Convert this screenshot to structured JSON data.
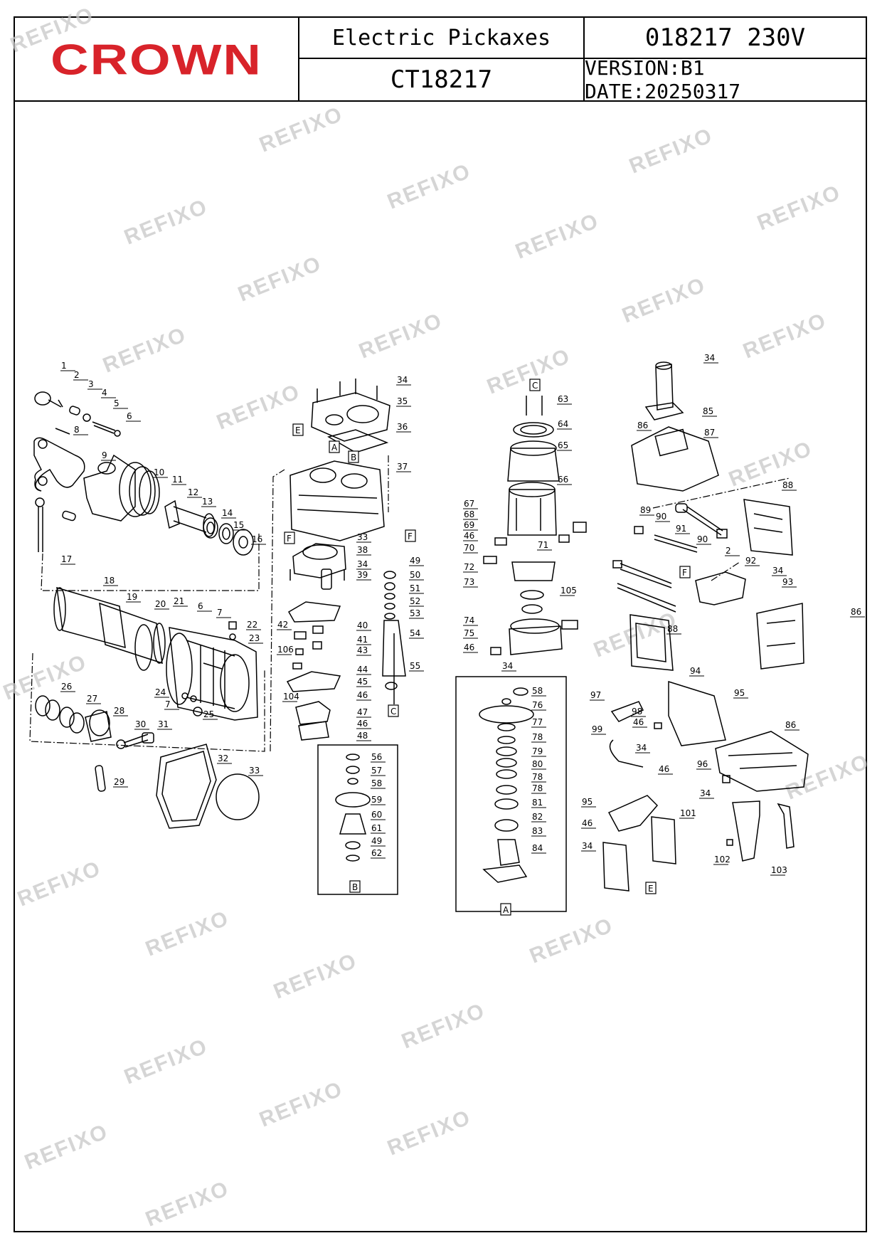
{
  "header": {
    "brand": "CROWN",
    "product_name": "Electric  Pickaxes",
    "product_code": "018217  230V",
    "model": "CT18217",
    "version": "VERSION:B1  DATE:20250317"
  },
  "watermark_text": "REFIXO",
  "callouts": [
    "1",
    "2",
    "3",
    "4",
    "5",
    "6",
    "8",
    "9",
    "10",
    "11",
    "12",
    "13",
    "14",
    "15",
    "16",
    "17",
    "18",
    "19",
    "20",
    "21",
    "6",
    "7",
    "22",
    "23",
    "24",
    "7",
    "25",
    "26",
    "27",
    "28",
    "30",
    "31",
    "29",
    "32",
    "33",
    "34",
    "35",
    "36",
    "37",
    "33",
    "38",
    "34",
    "39",
    "42",
    "40",
    "41",
    "43",
    "106",
    "44",
    "45",
    "104",
    "46",
    "47",
    "46",
    "48",
    "49",
    "50",
    "51",
    "52",
    "53",
    "54",
    "55",
    "56",
    "57",
    "58",
    "59",
    "60",
    "61",
    "49",
    "62",
    "63",
    "64",
    "65",
    "66",
    "67",
    "68",
    "69",
    "46",
    "70",
    "71",
    "72",
    "73",
    "105",
    "74",
    "75",
    "46",
    "34",
    "58",
    "76",
    "77",
    "78",
    "79",
    "80",
    "78",
    "78",
    "81",
    "82",
    "83",
    "84",
    "34",
    "85",
    "86",
    "87",
    "88",
    "89",
    "90",
    "91",
    "90",
    "2",
    "92",
    "34",
    "93",
    "86",
    "88",
    "94",
    "95",
    "97",
    "98",
    "46",
    "99",
    "34",
    "46",
    "96",
    "86",
    "34",
    "95",
    "46",
    "101",
    "34",
    "102",
    "103"
  ],
  "section_tags": [
    "A",
    "B",
    "C",
    "E",
    "F",
    "F",
    "C",
    "B",
    "A",
    "E",
    "F"
  ]
}
